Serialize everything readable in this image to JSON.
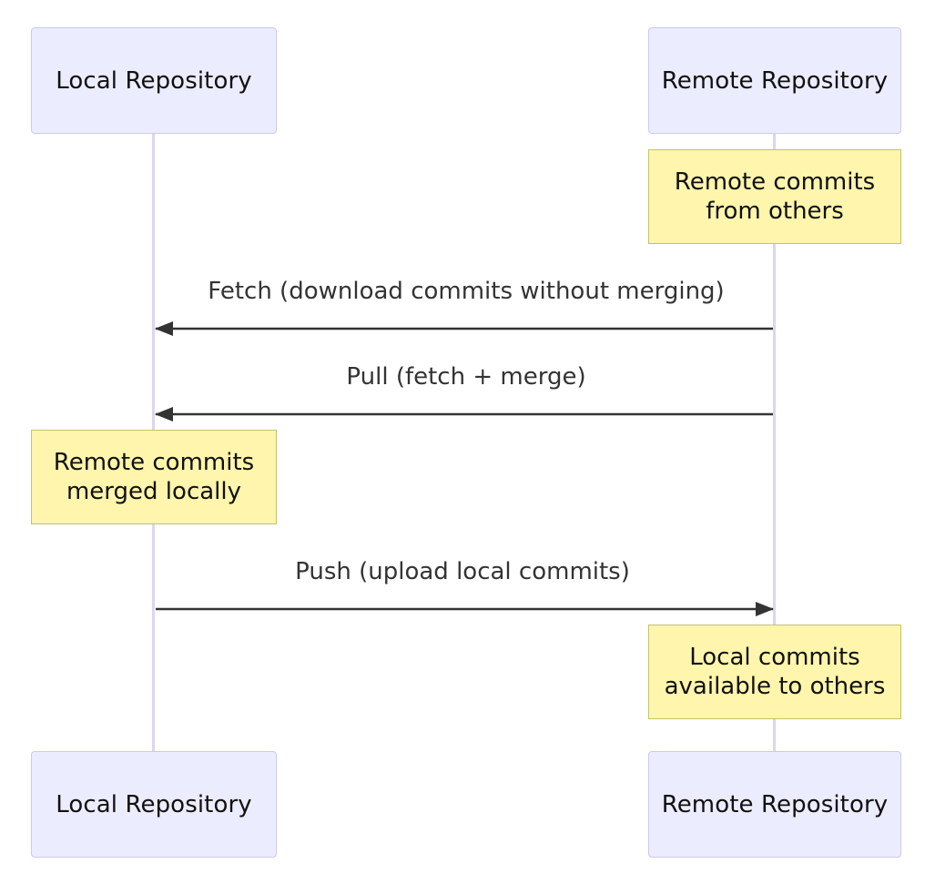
{
  "participants": {
    "local": {
      "label": "Local Repository"
    },
    "remote": {
      "label": "Remote Repository"
    }
  },
  "notes": {
    "remote_commits_others": [
      "Remote commits",
      "from others"
    ],
    "remote_merged_locally": [
      "Remote commits",
      "merged locally"
    ],
    "local_available_others": [
      "Local commits",
      "available to others"
    ]
  },
  "messages": {
    "fetch": {
      "label": "Fetch (download commits without merging)",
      "from": "Remote Repository",
      "to": "Local Repository"
    },
    "pull": {
      "label": "Pull (fetch + merge)",
      "from": "Remote Repository",
      "to": "Local Repository"
    },
    "push": {
      "label": "Push (upload local commits)",
      "from": "Local Repository",
      "to": "Remote Repository"
    }
  },
  "colors": {
    "actor_fill": "#ececff",
    "actor_border": "#cdc9ee",
    "lifeline": "#ddd5f0",
    "note_fill": "#fff5ad",
    "note_border": "#c3c26a",
    "arrow": "#333333"
  }
}
